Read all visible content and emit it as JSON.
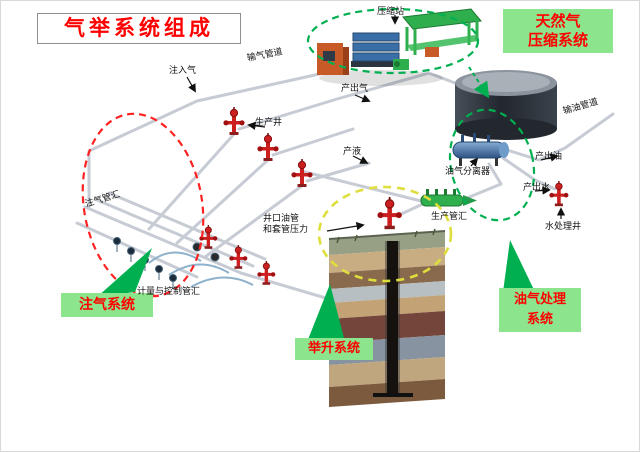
{
  "title": {
    "text": "气举系统组成"
  },
  "system_labels": {
    "compression_line1": "天然气",
    "compression_line2": "压缩系统",
    "injection": "注气系统",
    "lifting": "举升系统",
    "processing_line1": "油气处理",
    "processing_line2": "系统"
  },
  "component_labels": {
    "compressor_station": "压缩站",
    "gas_pipeline": "输气管道",
    "injection_gas": "注入气",
    "production_well": "生产井",
    "produced_gas": "产出气",
    "produced_liquid": "产液",
    "separator": "油气分离器",
    "produced_oil": "产出油",
    "produced_water": "产出水",
    "injection_manifold": "注气管汇",
    "metering_control_manifold": "计量与控制管汇",
    "wellhead_pressure_line1": "井口油管",
    "wellhead_pressure_line2": "和套管压力",
    "production_manifold": "生产管汇",
    "water_treatment_well": "水处理井",
    "oil_pipeline": "输油管道"
  },
  "colors": {
    "title_text": "#ff0000",
    "system_label_bg": "#8ce48c",
    "system_label_text": "#ff0000",
    "component_label_text": "#111111",
    "red_dashed_outline": "#ff2222",
    "green_dashed_outline": "#00b050",
    "yellow_dashed_outline": "#dede3c",
    "pointer_green": "#00b050",
    "pipe_gray": "#c6cbd4",
    "wellhead_red": "#cc2020",
    "equipment_green": "#2fae4e",
    "compressor_blue": "#3a6ea8",
    "tank_dark": "#2b323a"
  }
}
